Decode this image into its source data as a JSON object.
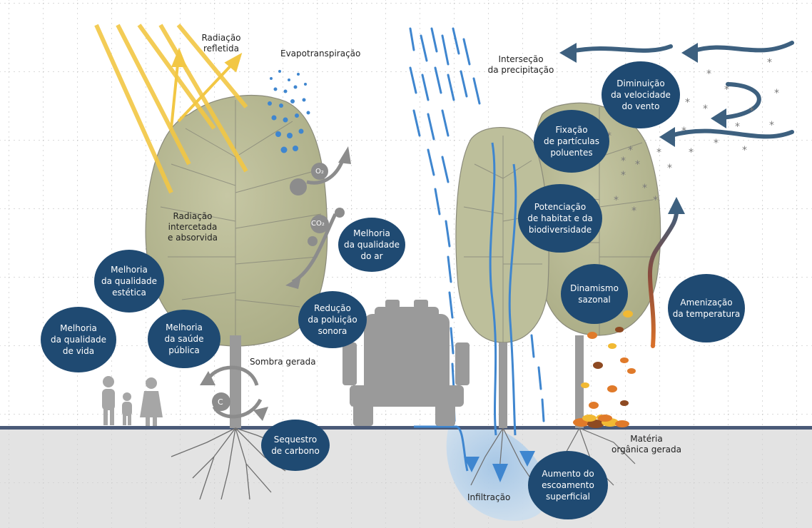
{
  "colors": {
    "bubble": "#1f4a72",
    "canopy": "#b9bb96",
    "canopy_light": "#c9c9a6",
    "trunk": "#8d8d8d",
    "ground_line": "#4a5a78",
    "soil": "#e3e3e3",
    "sun_rays": "#f2c744",
    "rain": "#3f86cf",
    "wind": "#3d607f",
    "grey_shape": "#8c8c8c",
    "leaf_orange": "#e07a2a",
    "leaf_yellow": "#f1b933",
    "leaf_brown": "#8e4a22"
  },
  "labels": {
    "radiacao_refletida": "Radiação\nrefletida",
    "evapotranspiracao": "Evapotranspiração",
    "intersecao": "Interseção\nda precipitação",
    "radiacao_intercetada": "Radiação\nintercetada\ne absorvida",
    "sombra_gerada": "Sombra gerada",
    "infiltracao": "Infiltração",
    "materia_organica": "Matéria\norgânica gerada",
    "o2": "O₂",
    "co2": "CO₂",
    "carbon": "C"
  },
  "bubbles": {
    "qualidade_ar": "Melhoria\nda qualidade\ndo ar",
    "qualidade_estetica": "Melhoria\nda qualidade\nestética",
    "qualidade_vida": "Melhoria\nda qualidade\nde vida",
    "saude_publica": "Melhoria\nda saúde\npública",
    "poluicao_sonora": "Redução\nda poluição\nsonora",
    "sequestro_carbono": "Sequestro\nde carbono",
    "velocidade_vento": "Diminuição\nda velocidade\ndo vento",
    "fixacao_particulas": "Fixação\nde partículas\npoluentes",
    "habitat_biodiversidade": "Potenciação\nde habitat e da\nbiodiversidade",
    "dinamismo_sazonal": "Dinamismo\nsazonal",
    "amenizacao_temperatura": "Amenização\nda temperatura",
    "escoamento_superficial": "Aumento do\nescoamento\nsuperficial"
  }
}
